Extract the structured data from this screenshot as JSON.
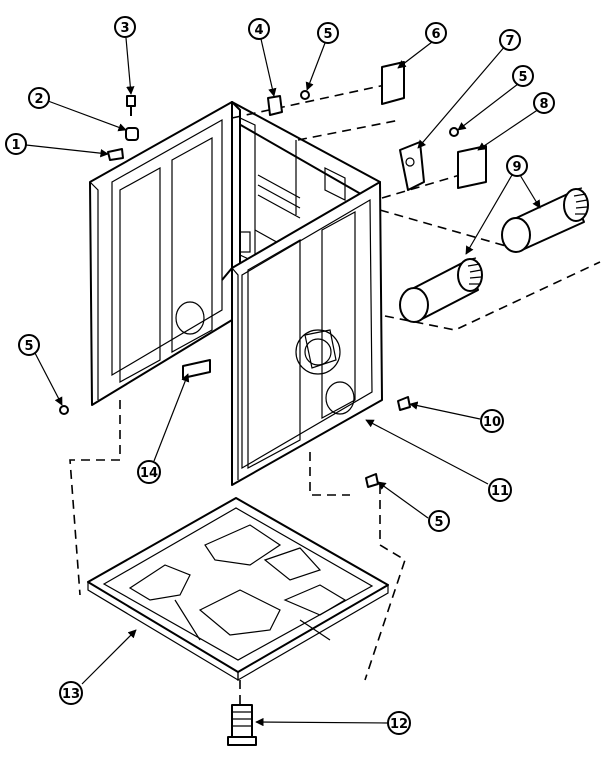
{
  "callouts": [
    {
      "id": "c1",
      "label": "1"
    },
    {
      "id": "c2",
      "label": "2"
    },
    {
      "id": "c3",
      "label": "3"
    },
    {
      "id": "c4",
      "label": "4"
    },
    {
      "id": "c5a",
      "label": "5"
    },
    {
      "id": "c6",
      "label": "6"
    },
    {
      "id": "c7",
      "label": "7"
    },
    {
      "id": "c5b",
      "label": "5"
    },
    {
      "id": "c8",
      "label": "8"
    },
    {
      "id": "c9",
      "label": "9"
    },
    {
      "id": "c5c",
      "label": "5"
    },
    {
      "id": "c10",
      "label": "10"
    },
    {
      "id": "c11",
      "label": "11"
    },
    {
      "id": "c14",
      "label": "14"
    },
    {
      "id": "c5d",
      "label": "5"
    },
    {
      "id": "c13",
      "label": "13"
    },
    {
      "id": "c12",
      "label": "12"
    }
  ]
}
